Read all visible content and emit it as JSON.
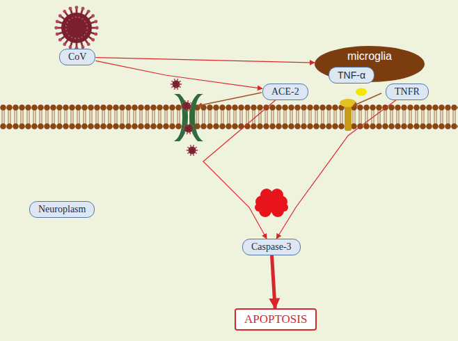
{
  "diagram": {
    "nodes": [
      {
        "text": [
          "CoV"
        ]
      },
      {
        "text": [
          "microglia"
        ]
      },
      {
        "text": [
          "TNF-α"
        ],
        "in": 1
      },
      {
        "text": [
          "ACE-2"
        ]
      },
      {
        "text": [
          "TNFR"
        ]
      },
      {
        "text": [
          "Neuroplasm"
        ]
      },
      {
        "text": [
          "Caspase-3"
        ]
      },
      {
        "text": [
          "APOPTOSIS"
        ]
      }
    ],
    "edges": [
      {
        "from": 0,
        "to": 1,
        "arrow": "to"
      },
      {
        "from": 0,
        "to": 3,
        "arrow": "to"
      },
      {
        "from": 3,
        "to": 6,
        "arrow": "to"
      },
      {
        "from": 4,
        "to": 6,
        "arrow": "to"
      },
      {
        "from": 6,
        "to": 7,
        "arrow": "to"
      }
    ]
  }
}
